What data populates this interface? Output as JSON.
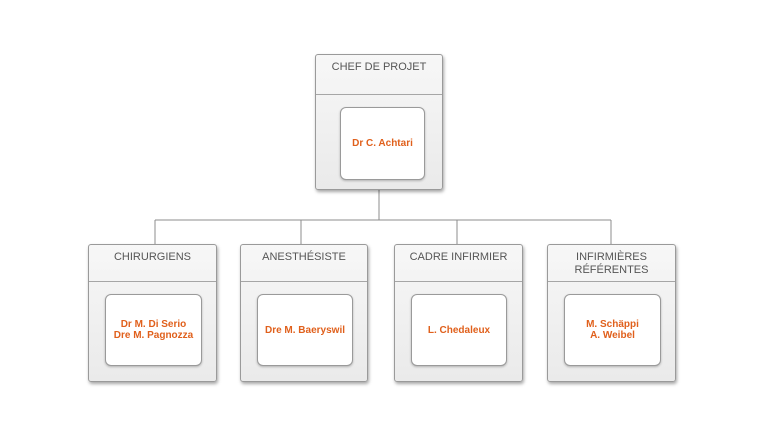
{
  "chief": {
    "title": "CHEF DE PROJET",
    "names": [
      "Dr C. Achtari"
    ]
  },
  "teams": [
    {
      "title_lines": [
        "CHIRURGIENS"
      ],
      "names": [
        "Dr M. Di Serio",
        "Dre M. Pagnozza"
      ]
    },
    {
      "title_lines": [
        "ANESTHÉSISTE"
      ],
      "names": [
        "Dre M. Baeryswil"
      ]
    },
    {
      "title_lines": [
        "CADRE INFIRMIER"
      ],
      "names": [
        "L. Chedaleux"
      ]
    },
    {
      "title_lines": [
        "INFIRMIÈRES",
        "RÉFÉRENTES"
      ],
      "names": [
        "M. Schäppi",
        "A. Weibel"
      ]
    }
  ],
  "colors": {
    "name_text": "#e0601c",
    "header_text": "#555555",
    "connector": "#8c8c8c"
  }
}
